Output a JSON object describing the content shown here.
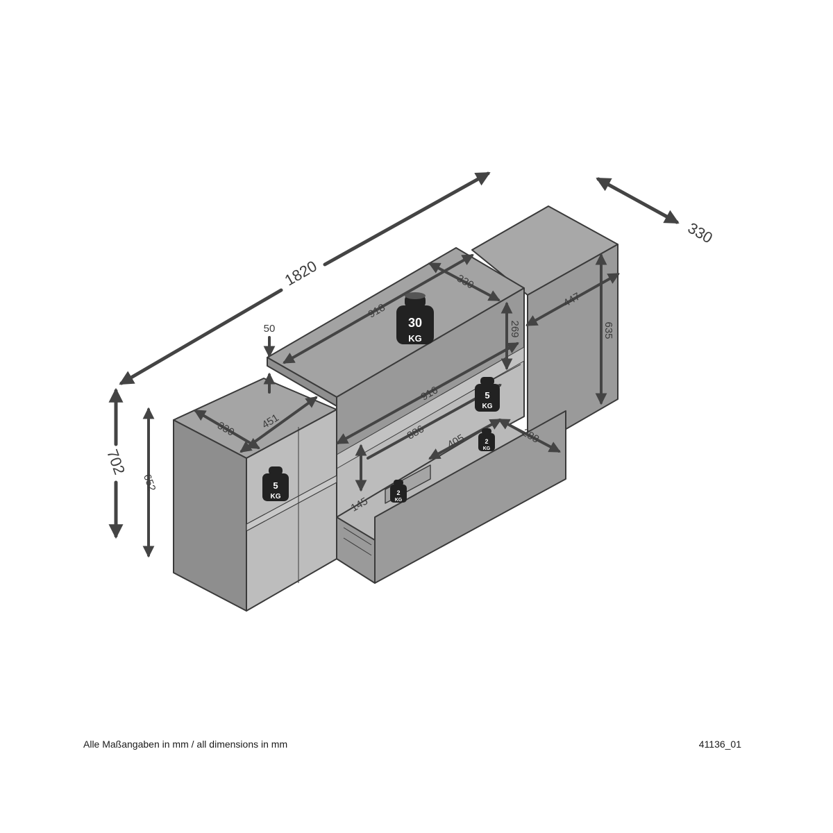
{
  "footer": {
    "note": "Alle Maßangaben in mm / all dimensions in mm",
    "code": "41136_01"
  },
  "dimensions": {
    "overall_width": "1820",
    "overall_depth": "330",
    "overall_height": "702",
    "body_height_left": "652",
    "left_depth": "330",
    "left_width": "451",
    "top_width": "918",
    "top_depth": "330",
    "top_thickness": "50",
    "top_height": "269",
    "right_width": "447",
    "right_height": "635",
    "shelf_width": "916",
    "drawer_width": "886",
    "drawer_inner": "405",
    "drawer_depth": "288",
    "drawer_height": "145"
  },
  "load_labels": {
    "top": {
      "value": "30",
      "unit": "KG"
    },
    "shelf_middle": {
      "value": "5",
      "unit": "KG"
    },
    "shelf_left": {
      "value": "5",
      "unit": "KG"
    },
    "drawer_left": {
      "value": "2",
      "unit": "KG"
    },
    "drawer_right": {
      "value": "2",
      "unit": "KG"
    }
  },
  "colors": {
    "outline": "#3a3a3a",
    "face": "#9c9c9c",
    "face_light": "#a6a6a6",
    "face_dark": "#7f7f7f",
    "inside": "#b7b7b7",
    "weight": "#222222",
    "arrow": "#444444"
  }
}
